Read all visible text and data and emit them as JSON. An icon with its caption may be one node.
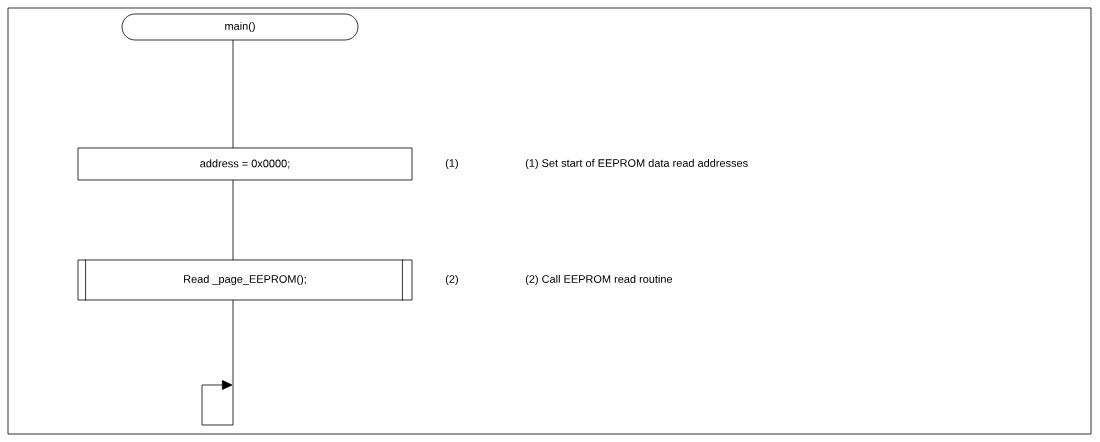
{
  "diagram": {
    "nodes": [
      {
        "text": [
          "main()"
        ]
      },
      {
        "text": [
          "address = 0x0000;"
        ]
      },
      {
        "text": [
          "Read _page_EEPROM();"
        ]
      }
    ],
    "edges": [
      {
        "from": 0,
        "to": 1,
        "arrow": "none"
      },
      {
        "from": 1,
        "to": 2,
        "arrow": "none"
      },
      {
        "from": 2,
        "to": null,
        "arrow": "to"
      }
    ],
    "labels": [
      "(1)",
      "(1) Set start of EEPROM data read addresses",
      "(2)",
      "(2) Call EEPROM read routine"
    ]
  }
}
